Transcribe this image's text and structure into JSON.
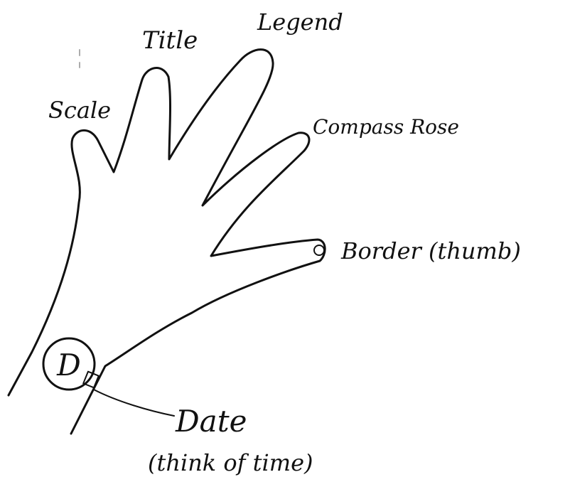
{
  "labels": {
    "scale": "Scale",
    "title": "Title",
    "legend": "Legend",
    "compass_rose": "Compass Rose",
    "border": "Border (thumb)",
    "date": "Date",
    "date_note": "(think of time)",
    "wrist_letter": "D"
  }
}
